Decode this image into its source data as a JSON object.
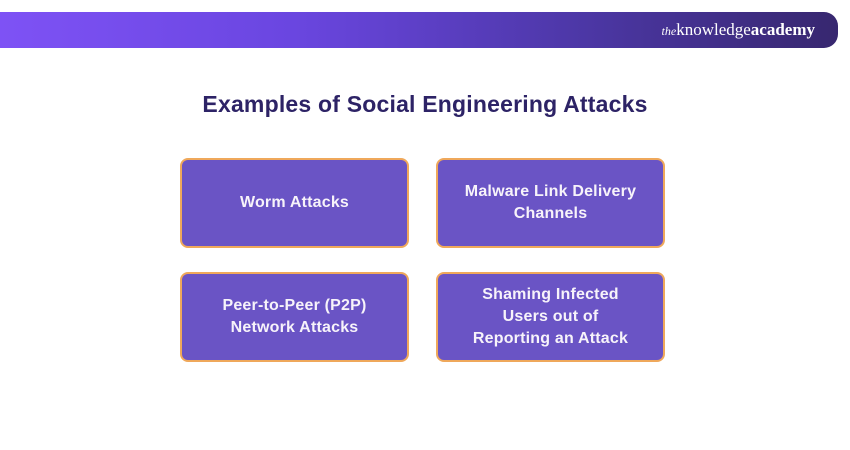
{
  "header": {
    "logo": {
      "the": "the",
      "knowledge": "knowledge",
      "academy": "academy"
    }
  },
  "title": "Examples of Social Engineering Attacks",
  "cards": [
    {
      "name": "worm-attacks",
      "lines": [
        "Worm Attacks"
      ]
    },
    {
      "name": "malware-link-delivery-channels",
      "lines": [
        "Malware Link Delivery",
        "Channels"
      ]
    },
    {
      "name": "p2p-network-attacks",
      "lines": [
        "Peer-to-Peer (P2P)",
        "Network Attacks"
      ]
    },
    {
      "name": "shaming-infected-users",
      "lines": [
        "Shaming Infected",
        "Users out of",
        "Reporting an Attack"
      ]
    }
  ],
  "colors": {
    "header_gradient_start": "#7e52f5",
    "header_gradient_end": "#37276f",
    "card_fill": "#6a54c5",
    "card_border": "#efa85b",
    "title_text": "#2d2366",
    "card_text": "#f7f3fa"
  }
}
